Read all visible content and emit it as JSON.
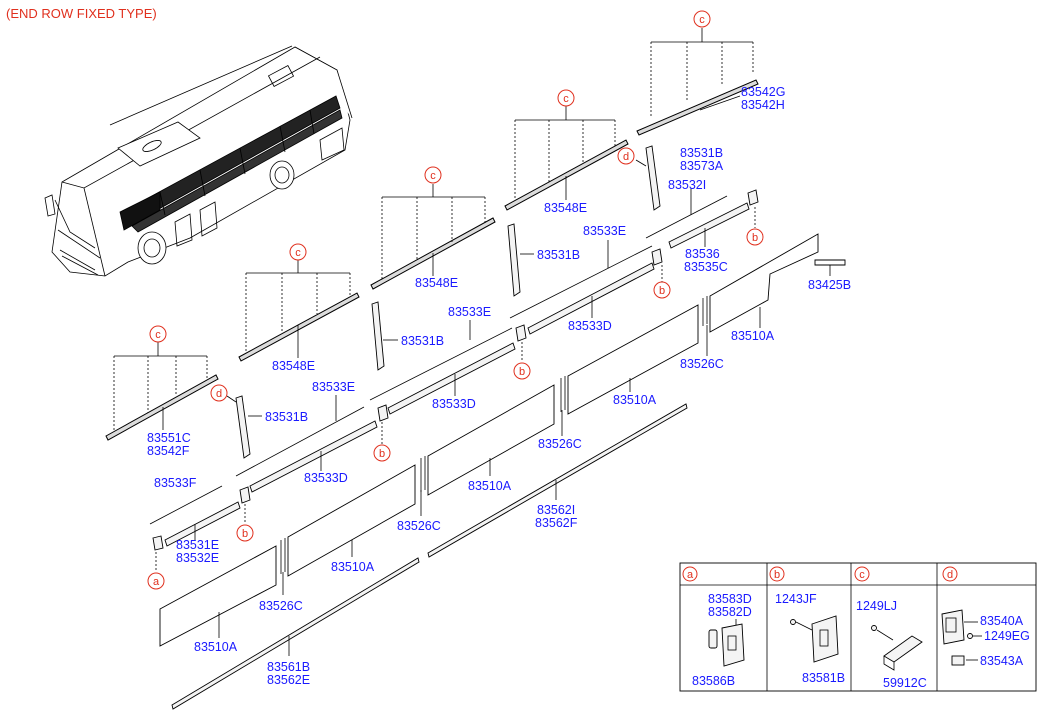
{
  "header": "(END ROW FIXED TYPE)",
  "tags": {
    "a": "a",
    "b": "b",
    "c": "c",
    "d": "d"
  },
  "labels": {
    "p83542G": "83542G",
    "p83542H": "83542H",
    "p83531B_1": "83531B",
    "p83573A": "83573A",
    "p83532I": "83532I",
    "p83548E_1": "83548E",
    "p83548E_2": "83548E",
    "p83548E_3": "83548E",
    "p83536": "83536",
    "p83535C": "83535C",
    "p83425B": "83425B",
    "p83531B_2": "83531B",
    "p83531B_3": "83531B",
    "p83531B_4": "83531B",
    "p83533E_1": "83533E",
    "p83533E_2": "83533E",
    "p83533E_3": "83533E",
    "p83533D_1": "83533D",
    "p83533D_2": "83533D",
    "p83533D_3": "83533D",
    "p83510A_1": "83510A",
    "p83510A_2": "83510A",
    "p83510A_3": "83510A",
    "p83510A_4": "83510A",
    "p83510A_5": "83510A",
    "p83526C_1": "83526C",
    "p83526C_2": "83526C",
    "p83526C_3": "83526C",
    "p83526C_4": "83526C",
    "p83551C": "83551C",
    "p83542F": "83542F",
    "p83533F": "83533F",
    "p83531E": "83531E",
    "p83532E": "83532E",
    "p83562I": "83562I",
    "p83562F": "83562F",
    "p83561B": "83561B",
    "p83562E": "83562E"
  },
  "legend": {
    "col_a": {
      "tag": "a",
      "parts": [
        "83583D",
        "83582D"
      ],
      "bottom": "83586B"
    },
    "col_b": {
      "tag": "b",
      "parts": [
        "1243JF"
      ],
      "bottom": "83581B"
    },
    "col_c": {
      "tag": "c",
      "parts": [
        "1249LJ"
      ],
      "bottom": "59912C"
    },
    "col_d": {
      "tag": "d",
      "parts": [
        "83540A",
        "1249EG",
        "83543A"
      ]
    }
  }
}
